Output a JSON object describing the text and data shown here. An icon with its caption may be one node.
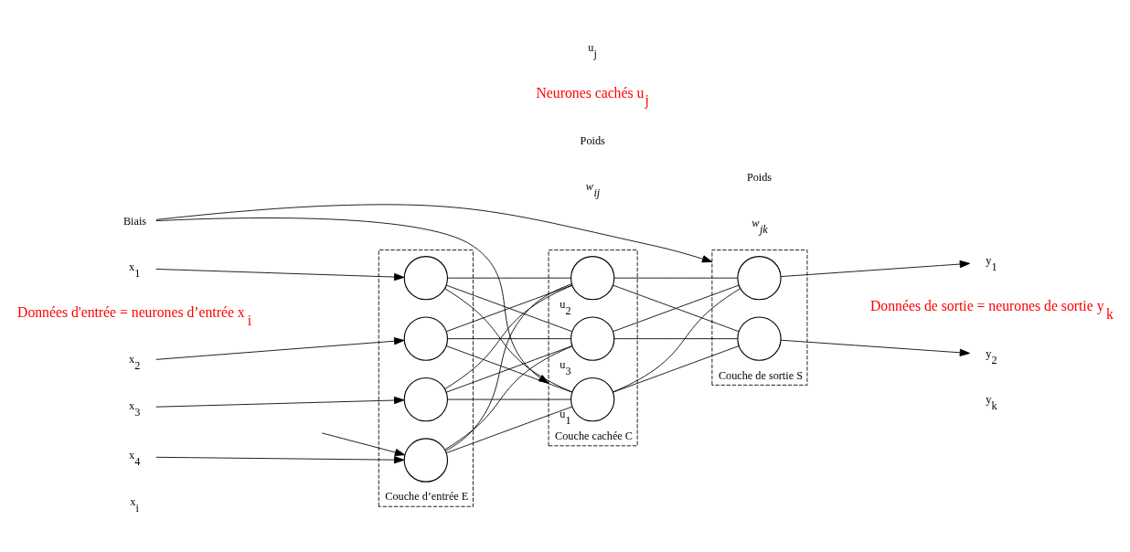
{
  "diagram": {
    "nodes": [
      {
        "text": [
          "Couche d’entrée E"
        ]
      },
      {
        "text": [
          "Couche cachée C"
        ]
      },
      {
        "text": [
          "Couche de sortie S"
        ]
      },
      {
        "text": [],
        "shape": "circle",
        "in": 0
      },
      {
        "text": [],
        "shape": "circle",
        "in": 0
      },
      {
        "text": [],
        "shape": "circle",
        "in": 0
      },
      {
        "text": [],
        "shape": "circle",
        "in": 0
      },
      {
        "text": [],
        "shape": "circle",
        "in": 1,
        "beside": [
          "u$_{1}$"
        ]
      },
      {
        "text": [],
        "shape": "circle",
        "in": 1,
        "beside": [
          "u$_{2}$"
        ]
      },
      {
        "text": [],
        "shape": "circle",
        "in": 1,
        "beside": [
          "u$_{3}$"
        ]
      },
      {
        "text": [],
        "shape": "circle",
        "in": 2
      },
      {
        "text": [],
        "shape": "circle",
        "in": 2
      },
      {
        "text": [
          "Biais"
        ]
      },
      {
        "text": [
          "x$_{1}$"
        ]
      },
      {
        "text": [
          "x$_{2}$"
        ]
      },
      {
        "text": [
          "x$_{3}$"
        ]
      },
      {
        "text": [
          "x$_{4}$"
        ]
      },
      {
        "text": [
          "y$_{1}$"
        ]
      },
      {
        "text": [
          "y$_{2}$"
        ]
      }
    ],
    "edges": [
      {
        "from": 12,
        "to": 1,
        "arrow": "to"
      },
      {
        "from": 12,
        "to": 2,
        "arrow": "to"
      },
      {
        "from": 13,
        "to": 3,
        "arrow": "to"
      },
      {
        "from": 14,
        "to": 4,
        "arrow": "to"
      },
      {
        "from": 15,
        "to": 5,
        "arrow": "to"
      },
      {
        "from": 16,
        "to": 6,
        "arrow": "to"
      },
      {
        "from": null,
        "to": 6,
        "arrow": "to"
      },
      {
        "from": 3,
        "to": 7,
        "arrow": "none"
      },
      {
        "from": 3,
        "to": 8,
        "arrow": "none"
      },
      {
        "from": 3,
        "to": 9,
        "arrow": "none"
      },
      {
        "from": 4,
        "to": 7,
        "arrow": "none"
      },
      {
        "from": 4,
        "to": 8,
        "arrow": "none"
      },
      {
        "from": 4,
        "to": 9,
        "arrow": "none"
      },
      {
        "from": 5,
        "to": 7,
        "arrow": "none"
      },
      {
        "from": 5,
        "to": 8,
        "arrow": "none"
      },
      {
        "from": 5,
        "to": 9,
        "arrow": "none"
      },
      {
        "from": 6,
        "to": 7,
        "arrow": "none"
      },
      {
        "from": 6,
        "to": 8,
        "arrow": "none"
      },
      {
        "from": 6,
        "to": 9,
        "arrow": "none"
      },
      {
        "from": 7,
        "to": 10,
        "arrow": "none"
      },
      {
        "from": 7,
        "to": 11,
        "arrow": "none"
      },
      {
        "from": 8,
        "to": 10,
        "arrow": "none"
      },
      {
        "from": 8,
        "to": 11,
        "arrow": "none"
      },
      {
        "from": 9,
        "to": 10,
        "arrow": "none"
      },
      {
        "from": 9,
        "to": 11,
        "arrow": "none"
      },
      {
        "from": 10,
        "to": 17,
        "arrow": "to"
      },
      {
        "from": 11,
        "to": 18,
        "arrow": "to"
      }
    ],
    "labels": [
      "Poids",
      "w$_{ij}$",
      "Données d'entrée = neurones d’entrée x$_{i}$",
      "Neurones cachés u$_{j}$",
      "Données de sortie = neurones de sortie y$_{k}$",
      "Poids",
      "w$_{jk}$",
      "y$_{k}$",
      "u$_{j}$",
      "x$_{i}$"
    ]
  }
}
